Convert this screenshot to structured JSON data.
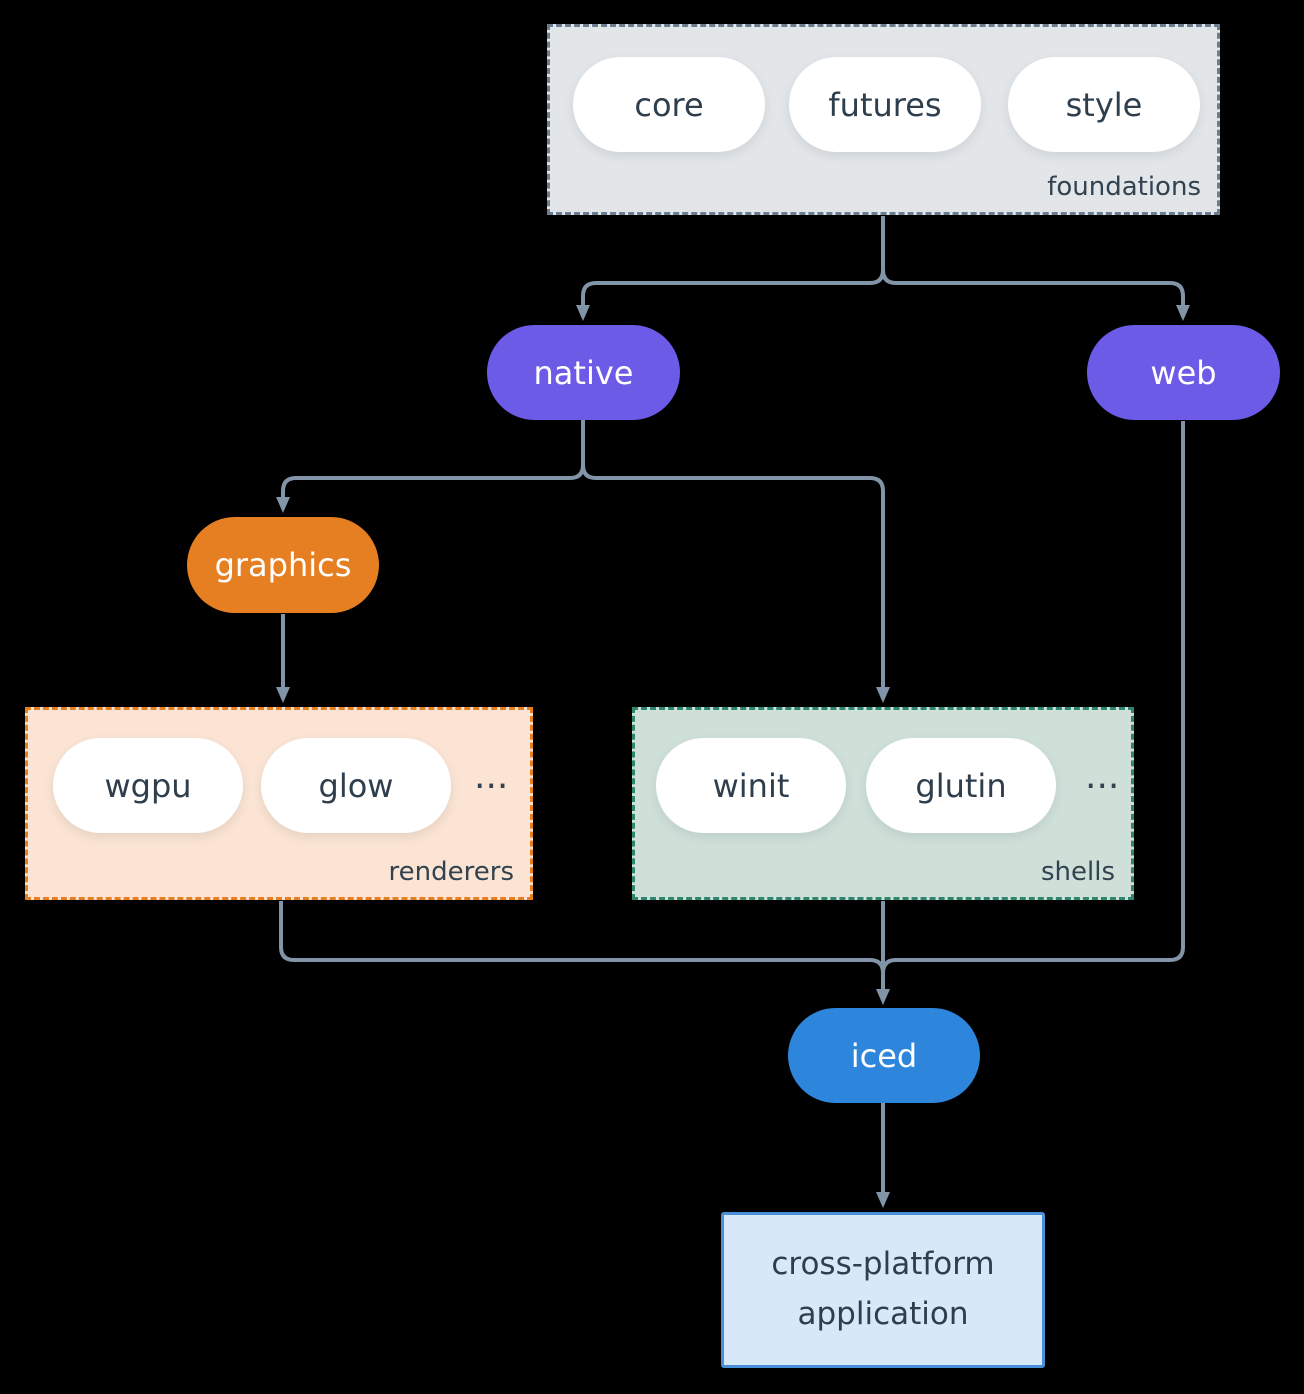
{
  "diagram": {
    "background": "#000000",
    "edge_color": "#8294a7",
    "groups": {
      "foundations": {
        "label": "foundations",
        "pills": [
          "core",
          "futures",
          "style"
        ],
        "fill": "#e2e6e9",
        "border": "#6b7d8f"
      },
      "renderers": {
        "label": "renderers",
        "pills": [
          "wgpu",
          "glow"
        ],
        "ellipsis": "...",
        "fill": "#fbe4d3",
        "border": "#e67e22"
      },
      "shells": {
        "label": "shells",
        "pills": [
          "winit",
          "glutin"
        ],
        "ellipsis": "...",
        "fill": "#cfe0d9",
        "border": "#2e8570"
      }
    },
    "nodes": {
      "native": {
        "label": "native",
        "fill": "#6b5be7"
      },
      "web": {
        "label": "web",
        "fill": "#6b5be7"
      },
      "graphics": {
        "label": "graphics",
        "fill": "#e67e22"
      },
      "iced": {
        "label": "iced",
        "fill": "#2e86dc"
      }
    },
    "app": {
      "label": "cross-platform application",
      "fill": "#d7e9f9",
      "border": "#4a90d9",
      "text_color": "#2f3e4c"
    }
  }
}
